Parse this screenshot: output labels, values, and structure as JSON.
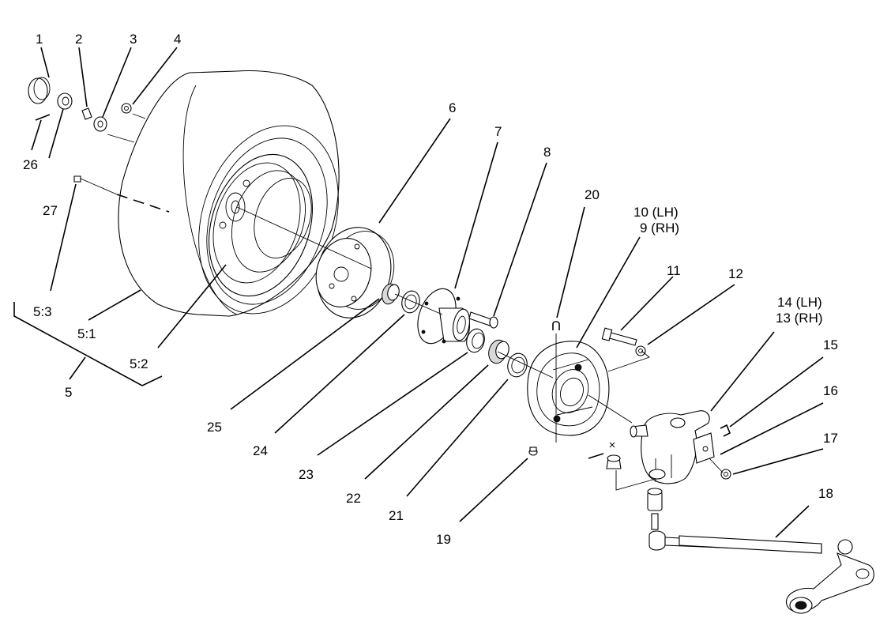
{
  "callouts": {
    "c1": "1",
    "c2": "2",
    "c3": "3",
    "c4": "4",
    "c5": "5",
    "c5_1": "5:1",
    "c5_2": "5:2",
    "c5_3": "5:3",
    "c6": "6",
    "c7": "7",
    "c8": "8",
    "c9": "9 (RH)",
    "c10": "10 (LH)",
    "c11": "11",
    "c12": "12",
    "c13": "13 (RH)",
    "c14": "14 (LH)",
    "c15": "15",
    "c16": "16",
    "c17": "17",
    "c18": "18",
    "c19": "19",
    "c20": "20",
    "c21": "21",
    "c22": "22",
    "c23": "23",
    "c24": "24",
    "c25": "25",
    "c26": "26",
    "c27": "27"
  }
}
